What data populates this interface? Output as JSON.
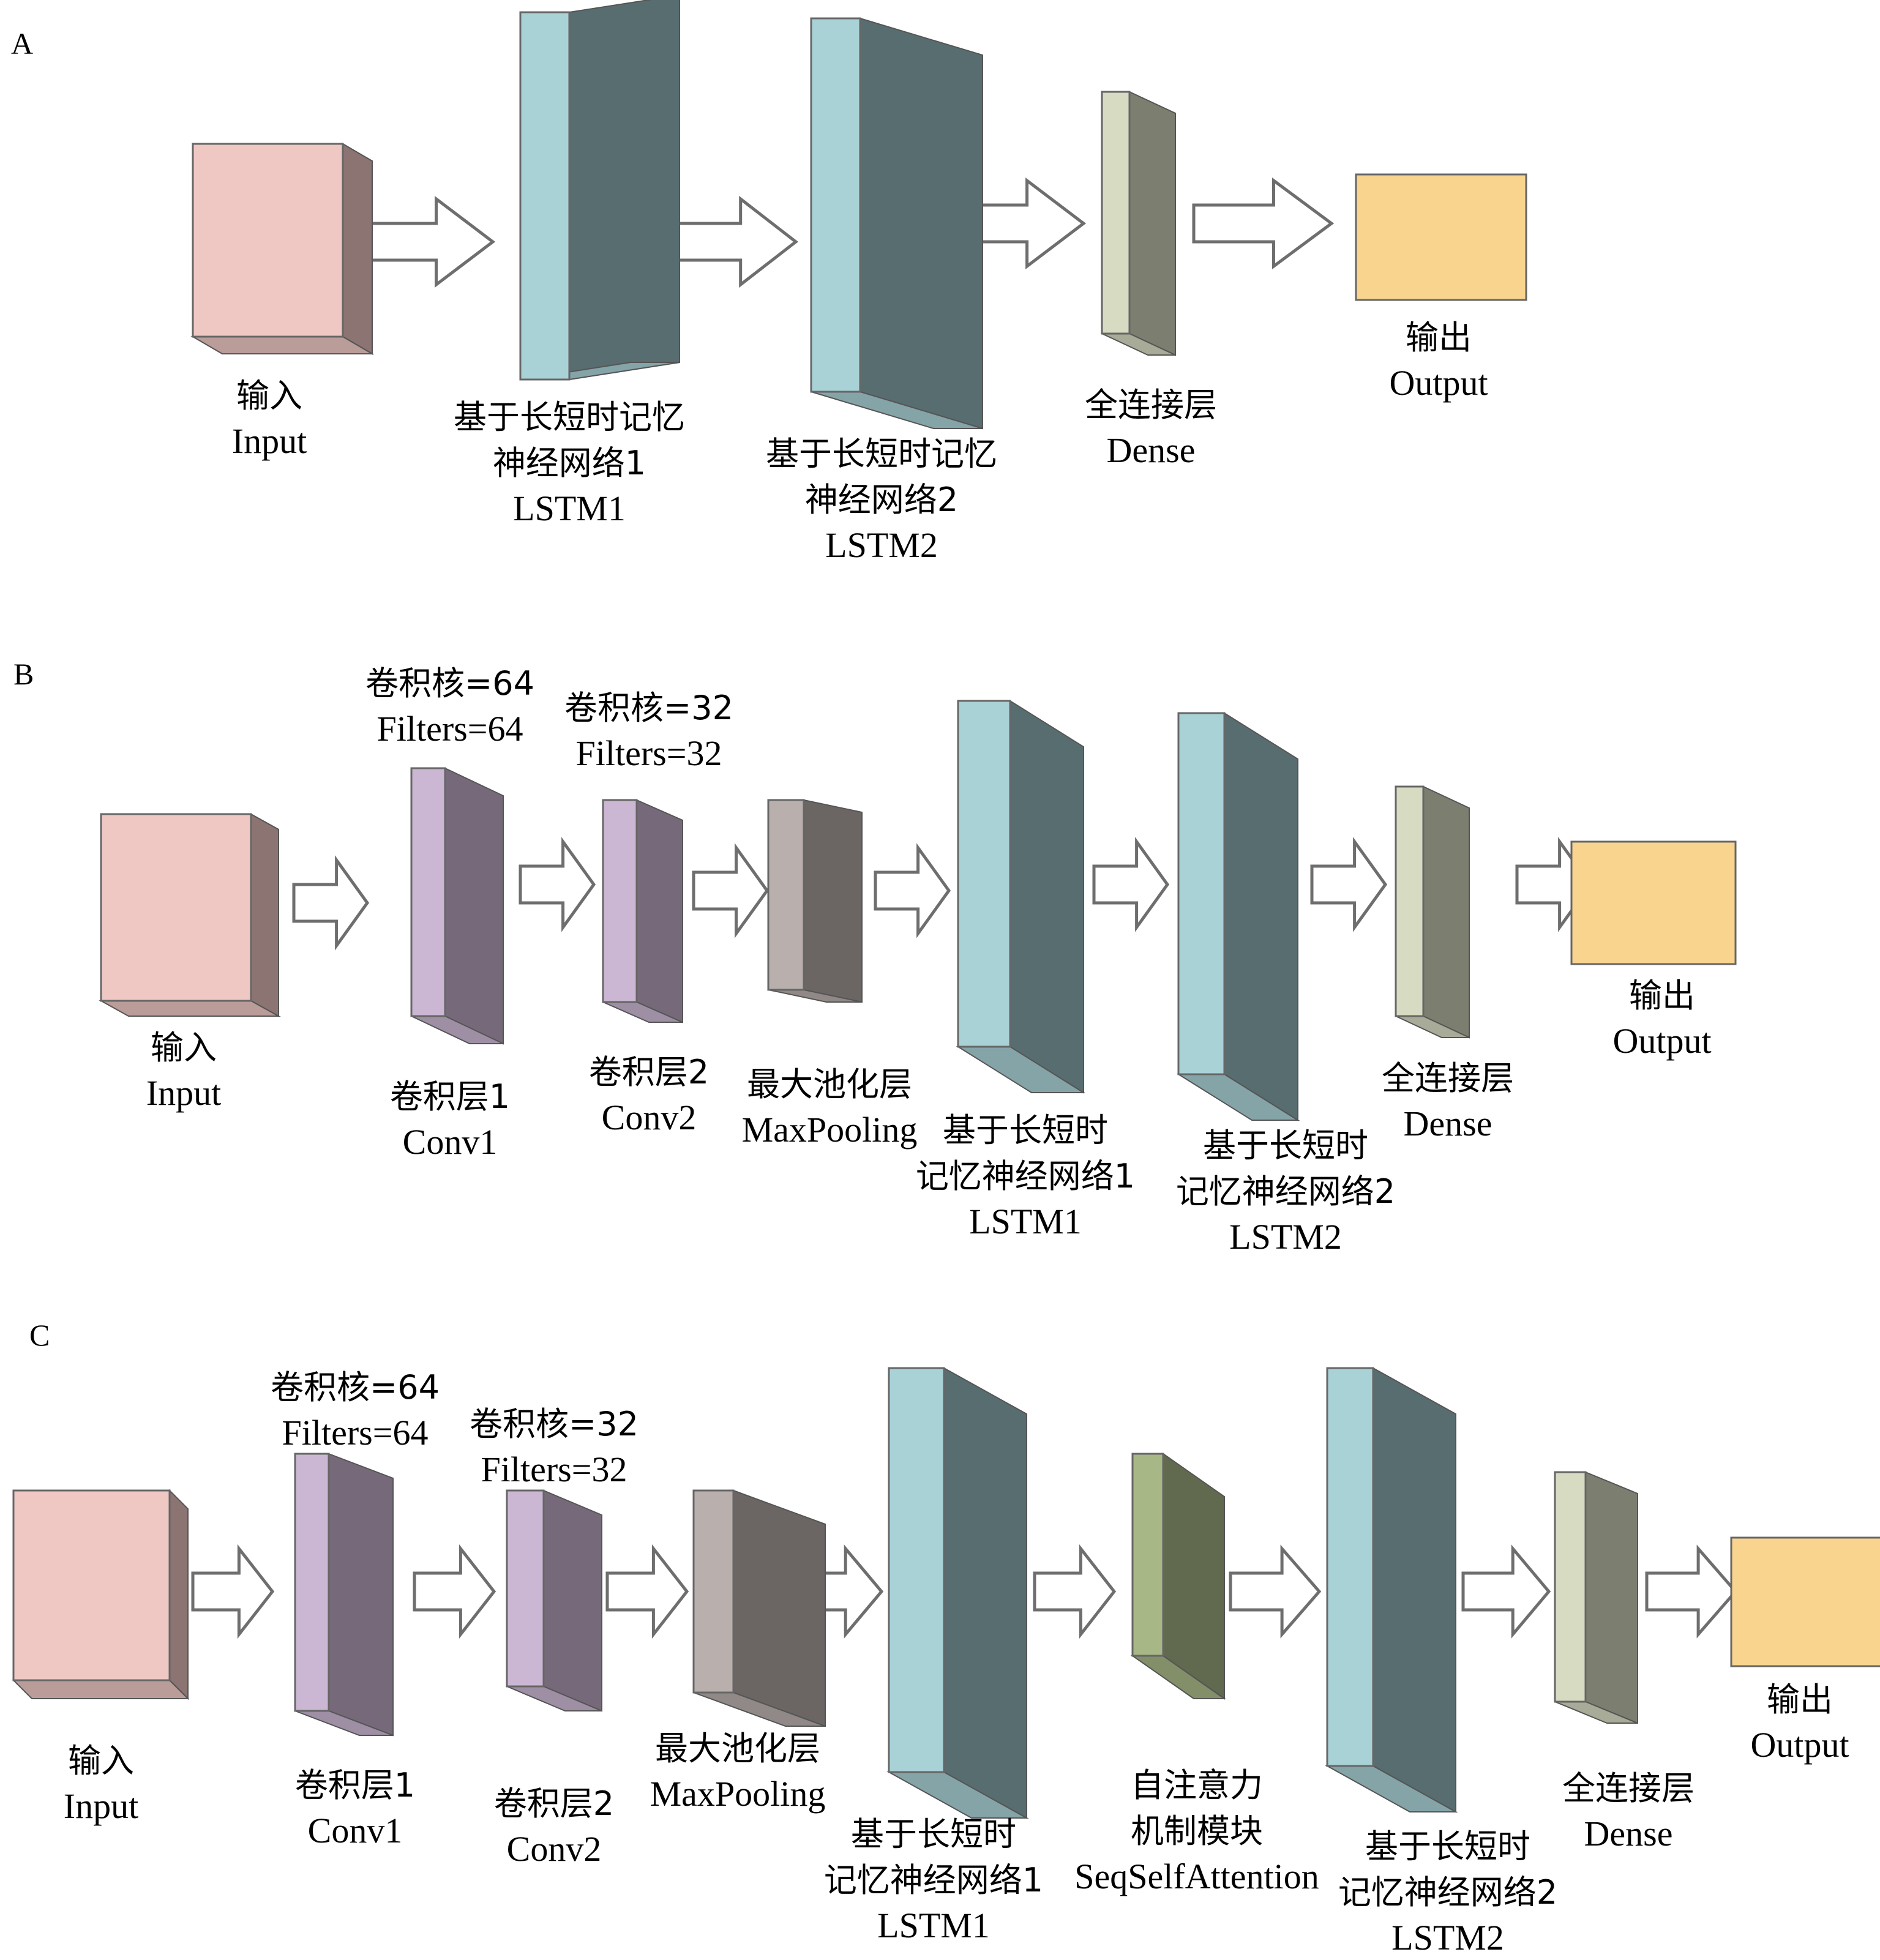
{
  "colors": {
    "input": "#efc8c4",
    "conv": "#cbb7d3",
    "pool": "#b9b0ad",
    "lstm": "#a9d2d7",
    "attention": "#a7b786",
    "dense": "#d6dbc1",
    "output": "#f8d48f"
  },
  "panels": [
    {
      "label": "A",
      "blocks": [
        {
          "type": "input",
          "labels": [
            "输入",
            "Input"
          ]
        },
        {
          "type": "lstm",
          "labels": [
            "基于长短时记忆",
            "神经网络1",
            "LSTM1"
          ]
        },
        {
          "type": "lstm",
          "labels": [
            "基于长短时记忆",
            "神经网络2",
            "LSTM2"
          ]
        },
        {
          "type": "dense",
          "labels": [
            "全连接层",
            "Dense"
          ]
        },
        {
          "type": "output",
          "labels": [
            "输出",
            "Output"
          ]
        }
      ]
    },
    {
      "label": "B",
      "blocks": [
        {
          "type": "input",
          "labels": [
            "输入",
            "Input"
          ]
        },
        {
          "type": "conv",
          "labels": [
            "卷积层1",
            "Conv1"
          ],
          "top_labels": [
            "卷积核=64",
            "Filters=64"
          ]
        },
        {
          "type": "conv",
          "labels": [
            "卷积层2",
            "Conv2"
          ],
          "top_labels": [
            "卷积核=32",
            "Filters=32"
          ]
        },
        {
          "type": "pool",
          "labels": [
            "最大池化层",
            "MaxPooling"
          ]
        },
        {
          "type": "lstm",
          "labels": [
            "基于长短时",
            "记忆神经网络1",
            "LSTM1"
          ]
        },
        {
          "type": "lstm",
          "labels": [
            "基于长短时",
            "记忆神经网络2",
            "LSTM2"
          ]
        },
        {
          "type": "dense",
          "labels": [
            "全连接层",
            "Dense"
          ]
        },
        {
          "type": "output",
          "labels": [
            "输出",
            "Output"
          ]
        }
      ]
    },
    {
      "label": "C",
      "blocks": [
        {
          "type": "input",
          "labels": [
            "输入",
            "Input"
          ]
        },
        {
          "type": "conv",
          "labels": [
            "卷积层1",
            "Conv1"
          ],
          "top_labels": [
            "卷积核=64",
            "Filters=64"
          ]
        },
        {
          "type": "conv",
          "labels": [
            "卷积层2",
            "Conv2"
          ],
          "top_labels": [
            "卷积核=32",
            "Filters=32"
          ]
        },
        {
          "type": "pool",
          "labels": [
            "最大池化层",
            "MaxPooling"
          ]
        },
        {
          "type": "lstm",
          "labels": [
            "基于长短时",
            "记忆神经网络1",
            "LSTM1"
          ]
        },
        {
          "type": "attention",
          "labels": [
            "自注意力",
            "机制模块",
            "SeqSelfAttention"
          ]
        },
        {
          "type": "lstm",
          "labels": [
            "基于长短时",
            "记忆神经网络2",
            "LSTM2"
          ]
        },
        {
          "type": "dense",
          "labels": [
            "全连接层",
            "Dense"
          ]
        },
        {
          "type": "output",
          "labels": [
            "输出",
            "Output"
          ]
        }
      ]
    }
  ]
}
